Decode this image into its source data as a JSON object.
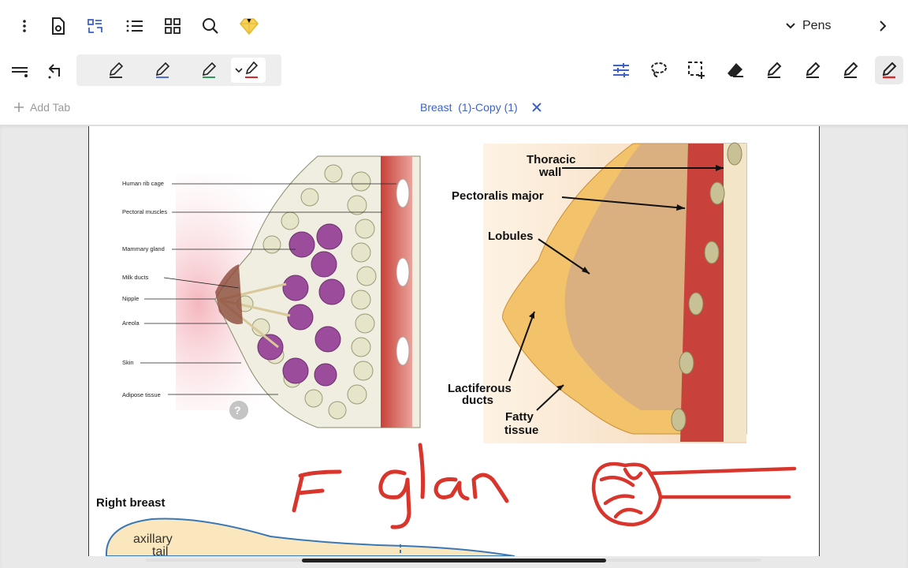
{
  "header": {
    "pens_dropdown": "Pens"
  },
  "tabs": {
    "add_tab": "Add Tab",
    "active_tab": "Breast  (1)-Copy (1)"
  },
  "toolbar": {
    "pen_colors": [
      "#333333",
      "#4a6fd6",
      "#2f9a5a",
      "#d62b2b"
    ],
    "accent": "#3d63c9"
  },
  "figure_left": {
    "labels": [
      "Human rib cage",
      "Pectoral muscles",
      "Mammary gland",
      "Milk ducts",
      "Nipple",
      "Areola",
      "Skin",
      "Adipose tissue"
    ]
  },
  "figure_right": {
    "labels": [
      "Thoracic",
      "wall",
      "Pectoralis major",
      "Lobules",
      "Lactiferous",
      "ducts",
      "Fatty",
      "tissue"
    ]
  },
  "figure_bottom": {
    "title": "Right breast",
    "label_line1": "axillary",
    "label_line2": "tail"
  }
}
